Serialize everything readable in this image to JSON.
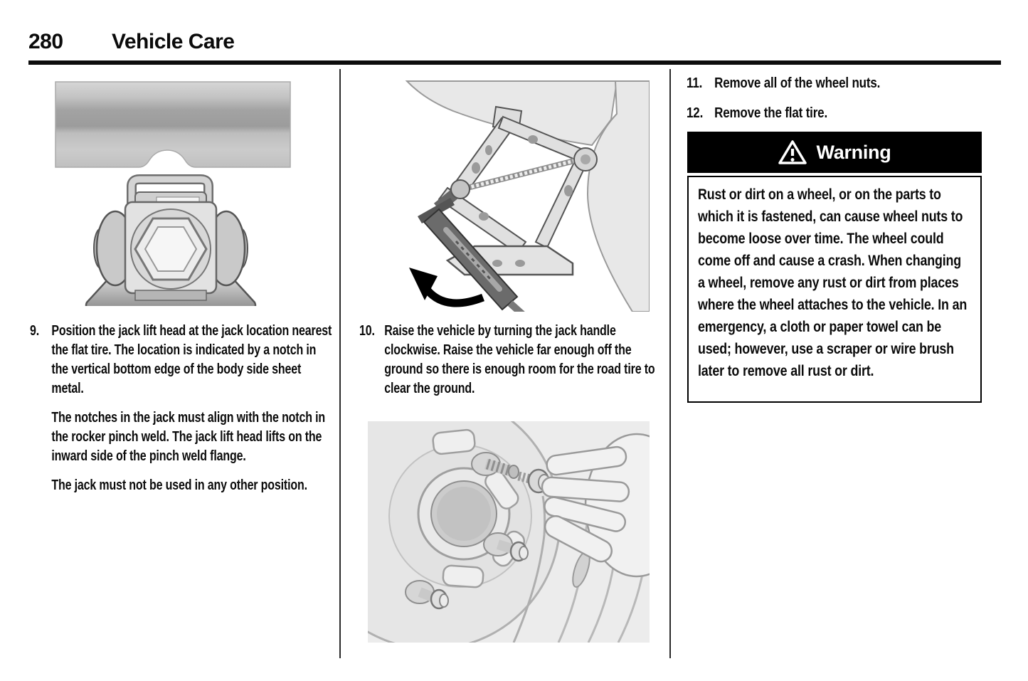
{
  "header": {
    "page_number": "280",
    "title": "Vehicle Care"
  },
  "steps": {
    "step9": {
      "number": "9.",
      "para1": "Position the jack lift head at the jack location nearest the flat tire. The location is indicated by a notch in the vertical bottom edge of the body side sheet metal.",
      "para2": "The notches in the jack must align with the notch in the rocker pinch weld. The jack lift head lifts on the inward side of the pinch weld flange.",
      "para3": "The jack must not be used in any other position."
    },
    "step10": {
      "number": "10.",
      "para1": "Raise the vehicle by turning the jack handle clockwise. Raise the vehicle far enough off the ground so there is enough room for the road tire to clear the ground."
    },
    "step11": {
      "number": "11.",
      "text": "Remove all of the wheel nuts."
    },
    "step12": {
      "number": "12.",
      "text": "Remove the flat tire."
    }
  },
  "warning": {
    "title": "Warning",
    "body": "Rust or dirt on a wheel, or on the parts to which it is fastened, can cause wheel nuts to become loose over time. The wheel could come off and cause a crash. When changing a wheel, remove any rust or dirt from places where the wheel attaches to the vehicle. In an emergency, a cloth or paper towel can be used; however, use a scraper or wire brush later to remove all rust or dirt."
  },
  "figures": {
    "jack_head": "jack-lift-head-below-rocker-panel-notch",
    "scissor_jack": "scissor-jack-with-handle-and-rotation-arrow",
    "wheel": "hand-removing-wheel-nut-from-studs"
  },
  "colors": {
    "ink": "#0b0b0b",
    "warning_bar": "#000000",
    "illustration_gray": "#e6e6e6"
  }
}
